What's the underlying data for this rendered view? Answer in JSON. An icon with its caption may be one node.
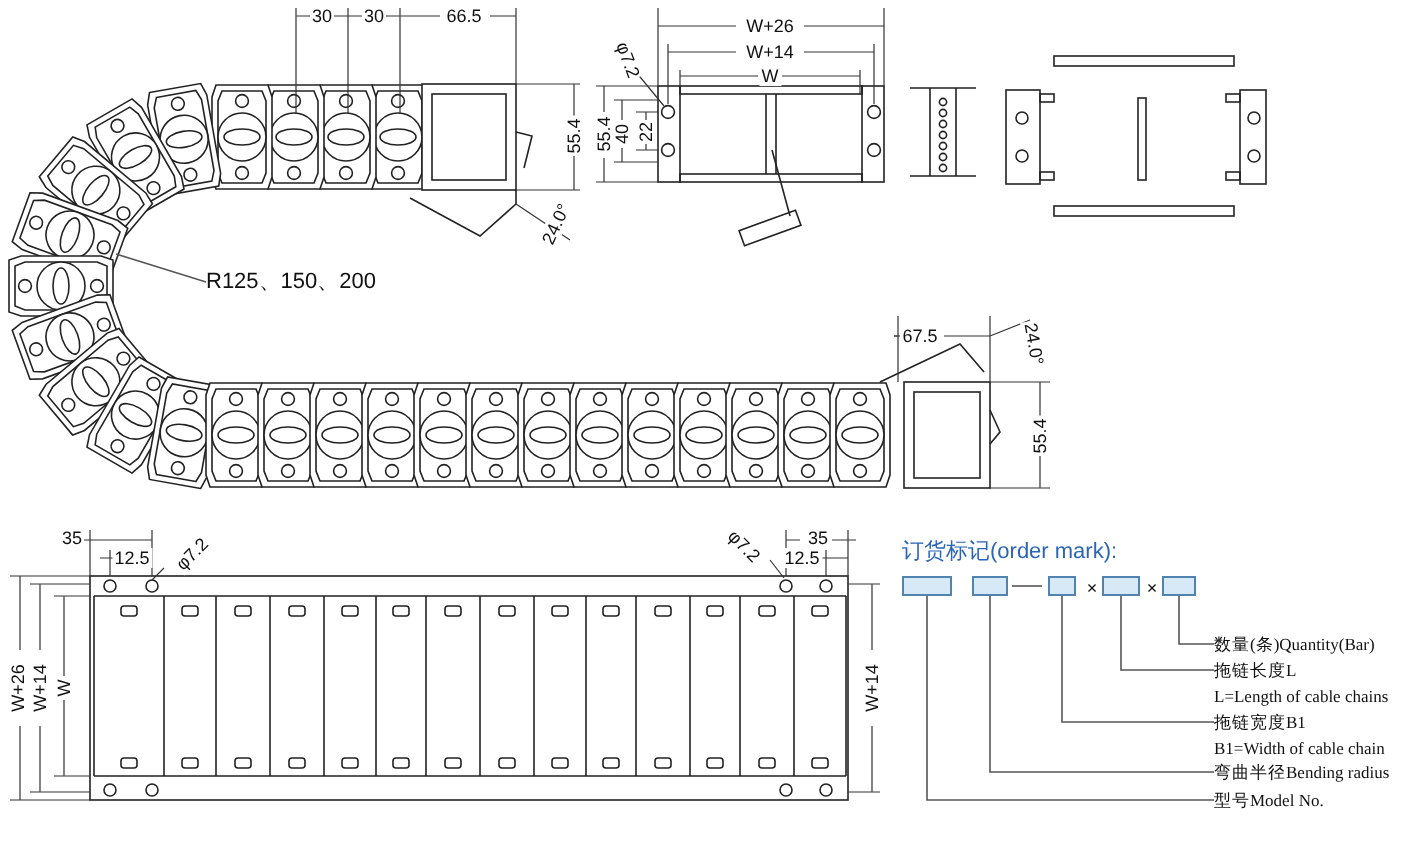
{
  "diagram": {
    "nodes": [
      {
        "text": [
          "R125、150、200"
        ]
      },
      {
        "text": [],
        "shape": "box"
      },
      {
        "text": [],
        "shape": "box"
      },
      {
        "text": [],
        "shape": "box"
      },
      {
        "text": [],
        "shape": "box"
      },
      {
        "text": [],
        "shape": "box"
      },
      {
        "text": [
          "数量(条)Quantity(Bar)"
        ]
      },
      {
        "text": [
          "拖链长度L",
          "L=Length of cable chains"
        ]
      },
      {
        "text": [
          "拖链宽度B1",
          "B1=Width of cable chain"
        ]
      },
      {
        "text": [
          "弯曲半径Bending radius"
        ]
      },
      {
        "text": [
          "型号Model No."
        ]
      }
    ],
    "edges": [
      {
        "from": 0,
        "to": null,
        "arrow": "none"
      },
      {
        "from": 5,
        "to": 6,
        "arrow": "none"
      },
      {
        "from": 4,
        "to": 7,
        "arrow": "none"
      },
      {
        "from": 3,
        "to": 8,
        "arrow": "none"
      },
      {
        "from": 2,
        "to": 9,
        "arrow": "none"
      },
      {
        "from": 1,
        "to": 10,
        "arrow": "none"
      },
      {
        "from": 2,
        "to": 3,
        "arrow": "none"
      }
    ],
    "labels": [
      "30",
      "30",
      "66.5",
      "55.4",
      "24.0°",
      "W+26",
      "W+14",
      "W",
      "φ7.2",
      "55.4",
      "40",
      "22",
      "67.5",
      "24.0°",
      "55.4",
      "35",
      "12.5",
      "φ7.2",
      "φ7.2",
      "35",
      "12.5",
      "W+26",
      "W+14",
      "W",
      "W+14",
      "订货标记(order mark):",
      "×",
      "×"
    ]
  }
}
